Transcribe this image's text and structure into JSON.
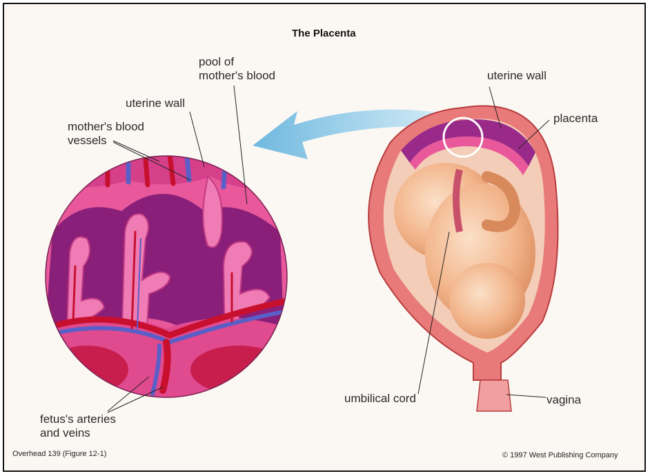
{
  "title": "The Placenta",
  "labels": {
    "pool_line1": "pool of",
    "pool_line2": "mother's blood",
    "uterine_wall_left": "uterine wall",
    "mothers_vessels_line1": "mother's blood",
    "mothers_vessels_line2": "vessels",
    "uterine_wall_right": "uterine wall",
    "placenta": "placenta",
    "umbilical_cord": "umbilical cord",
    "vagina": "vagina",
    "fetus_line1": "fetus's arteries",
    "fetus_line2": "and veins"
  },
  "footer": {
    "overhead": "Overhead 139 (Figure 12-1)",
    "copyright": "© 1997 West Publishing Company"
  },
  "colors": {
    "background": "#fbf8f4",
    "tissue_pink": "#e8589a",
    "maternal_pool": "#8a1f7a",
    "artery_red": "#c8102e",
    "vein_blue": "#5a5fc8",
    "skin": "#f2b48a",
    "arrow_blue": "#7cc3e6"
  }
}
